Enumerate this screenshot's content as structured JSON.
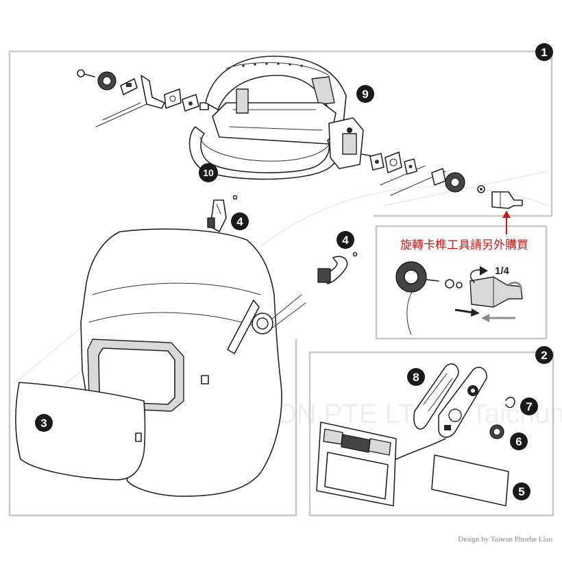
{
  "callouts": {
    "c1": "1",
    "c2": "2",
    "c3": "3",
    "c4a": "4",
    "c4b": "4",
    "c5": "5",
    "c6": "6",
    "c7": "7",
    "c8": "8",
    "c9": "9",
    "c10": "10"
  },
  "note": {
    "text": "旋轉卡榫工具請另外購買",
    "fraction": "1/4",
    "color": "#d01818"
  },
  "watermark": "BASE AUTHORISATION PTE LTD in Taichung City, Taiwan",
  "credit": "Design by Taiwan Phoebe Liao",
  "colors": {
    "badge": "#1a1a1a",
    "frame": "#c8c8c8",
    "line": "#222222"
  }
}
